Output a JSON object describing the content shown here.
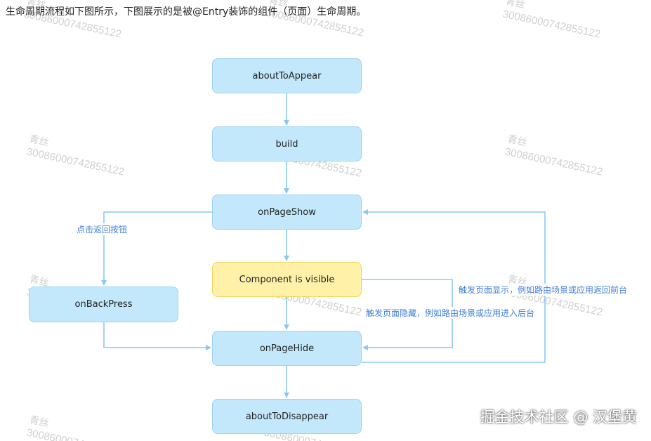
{
  "header": {
    "text": "生命周期流程如下图所示，下图展示的是被@Entry装饰的组件（页面）生命周期。"
  },
  "diagram": {
    "nodes": {
      "aboutToAppear": "aboutToAppear",
      "build": "build",
      "onPageShow": "onPageShow",
      "componentVisible": "Component is visible",
      "onBackPress": "onBackPress",
      "onPageHide": "onPageHide",
      "aboutToDisappear": "aboutToDisappear"
    },
    "edge_labels": {
      "back_button": "点击返回按钮",
      "page_hidden": "触发页面隐藏，例如路由场景或应用进入后台",
      "page_shown": "触发页面显示，例如路由场景或应用返回前台"
    },
    "colors": {
      "blue_fill": "#c3e8fc",
      "yellow_fill": "#fff1a8",
      "arrow": "#8cc8f0",
      "label": "#3f7fd8"
    }
  },
  "watermark": {
    "name": "青丝",
    "id": "30086000742855122"
  },
  "credit": {
    "text": "掘金技术社区 @ 汉堡黄"
  }
}
